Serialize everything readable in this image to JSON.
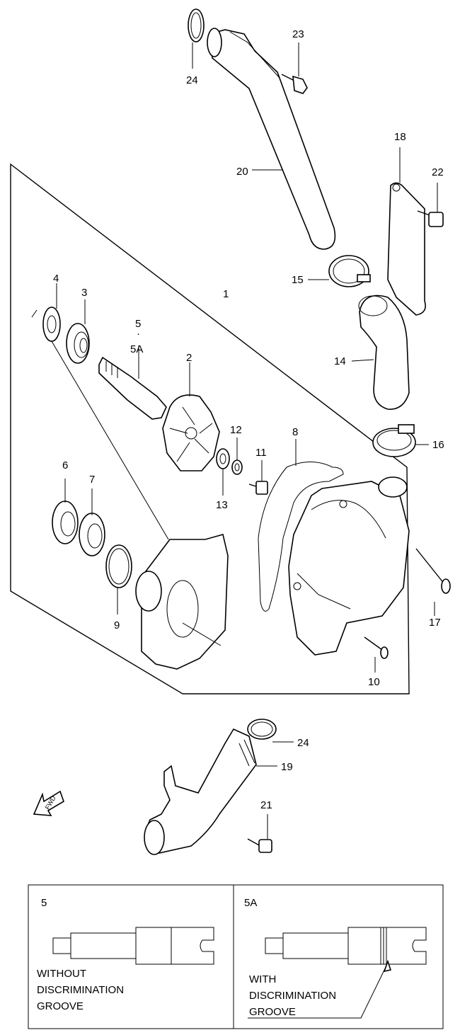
{
  "callouts": {
    "c1": "1",
    "c2": "2",
    "c3": "3",
    "c4": "4",
    "c5": "5",
    "c5dot": "·",
    "c5a": "5A",
    "c6": "6",
    "c7": "7",
    "c8": "8",
    "c9": "9",
    "c10": "10",
    "c11": "11",
    "c12": "12",
    "c13": "13",
    "c14": "14",
    "c15": "15",
    "c16": "16",
    "c17": "17",
    "c18": "18",
    "c19": "19",
    "c20": "20",
    "c21": "21",
    "c22": "22",
    "c23": "23",
    "c24a": "24",
    "c24b": "24"
  },
  "fwd_label": "FWD",
  "detail": {
    "left": {
      "id": "5",
      "lines": [
        "WITHOUT",
        "DISCRIMINATION",
        "GROOVE"
      ]
    },
    "right": {
      "id": "5A",
      "lines": [
        "WITH",
        "DISCRIMINATION",
        "GROOVE"
      ]
    }
  }
}
